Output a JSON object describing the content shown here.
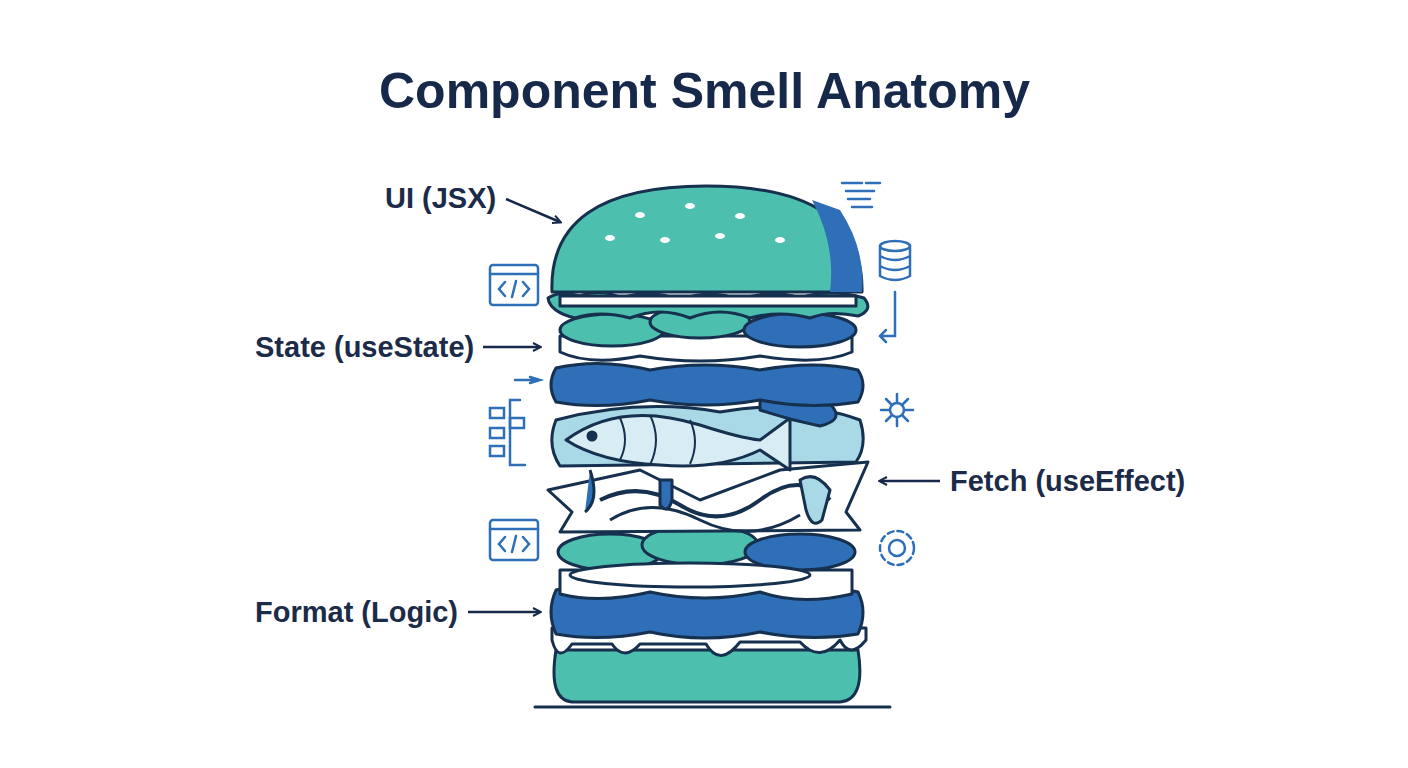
{
  "diagram": {
    "title": "Component Smell Anatomy",
    "labels": [
      "UI (JSX)",
      "State (useState)",
      "Fetch (useEffect)",
      "Format (Logic)"
    ]
  }
}
